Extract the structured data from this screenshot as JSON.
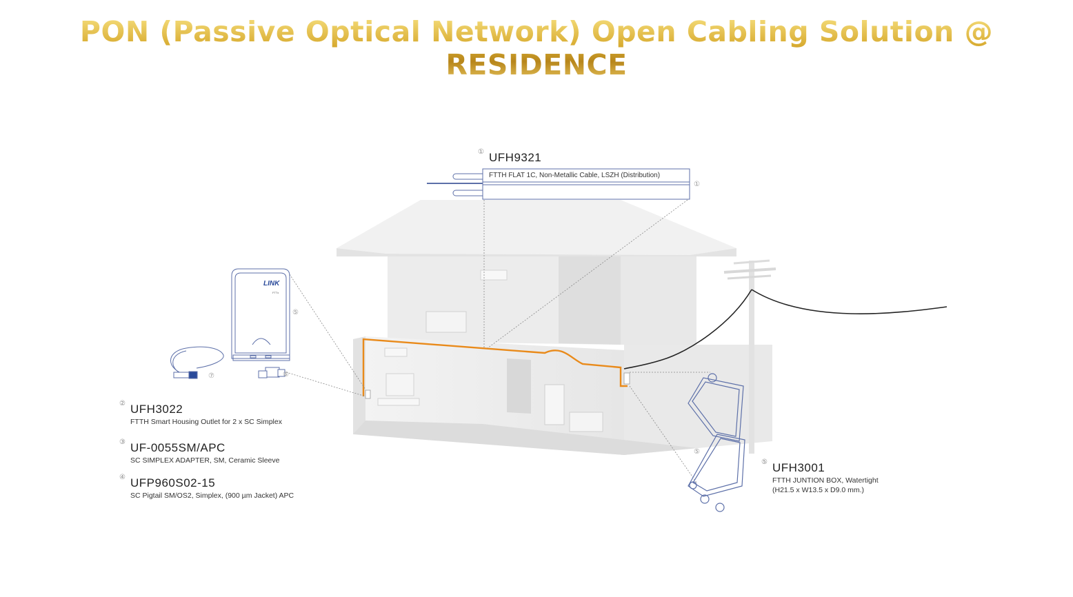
{
  "title": "PON  (Passive Optical Network) Open Cabling Solution @ RESIDENCE",
  "brand_logo": "LINK",
  "brand_sub": "FTTx",
  "callouts": {
    "ufh9321": {
      "num": "①",
      "code": "UFH9321",
      "desc": "FTTH FLAT 1C, Non-Metallic Cable, LSZH (Distribution)",
      "marker": "①"
    },
    "ufh3022": {
      "num": "②",
      "code": "UFH3022",
      "desc": "FTTH Smart Housing Outlet for 2 x SC Simplex"
    },
    "uf0055": {
      "num": "③",
      "code": "UF-0055SM/APC",
      "desc": "SC SIMPLEX ADAPTER, SM, Ceramic Sleeve"
    },
    "ufp960": {
      "num": "④",
      "code": "UFP960S02-15",
      "desc": "SC Pigtail SM/OS2, Simplex, (900 µm Jacket) APC"
    },
    "ufh3001": {
      "num": "⑤",
      "code": "UFH3001",
      "desc1": "FTTH JUNTION BOX, Watertight",
      "desc2": "(H21.5 x W13.5 x D9.0 mm.)",
      "marker": "⑤"
    }
  },
  "markers": {
    "outlet": "⑤",
    "adapter": "⑥",
    "pigtail": "⑦"
  },
  "colors": {
    "title_gold": "#c9a028",
    "fiber_route": "#e98a1a",
    "line_art": "#5c6fa8",
    "house": "#ececec"
  }
}
